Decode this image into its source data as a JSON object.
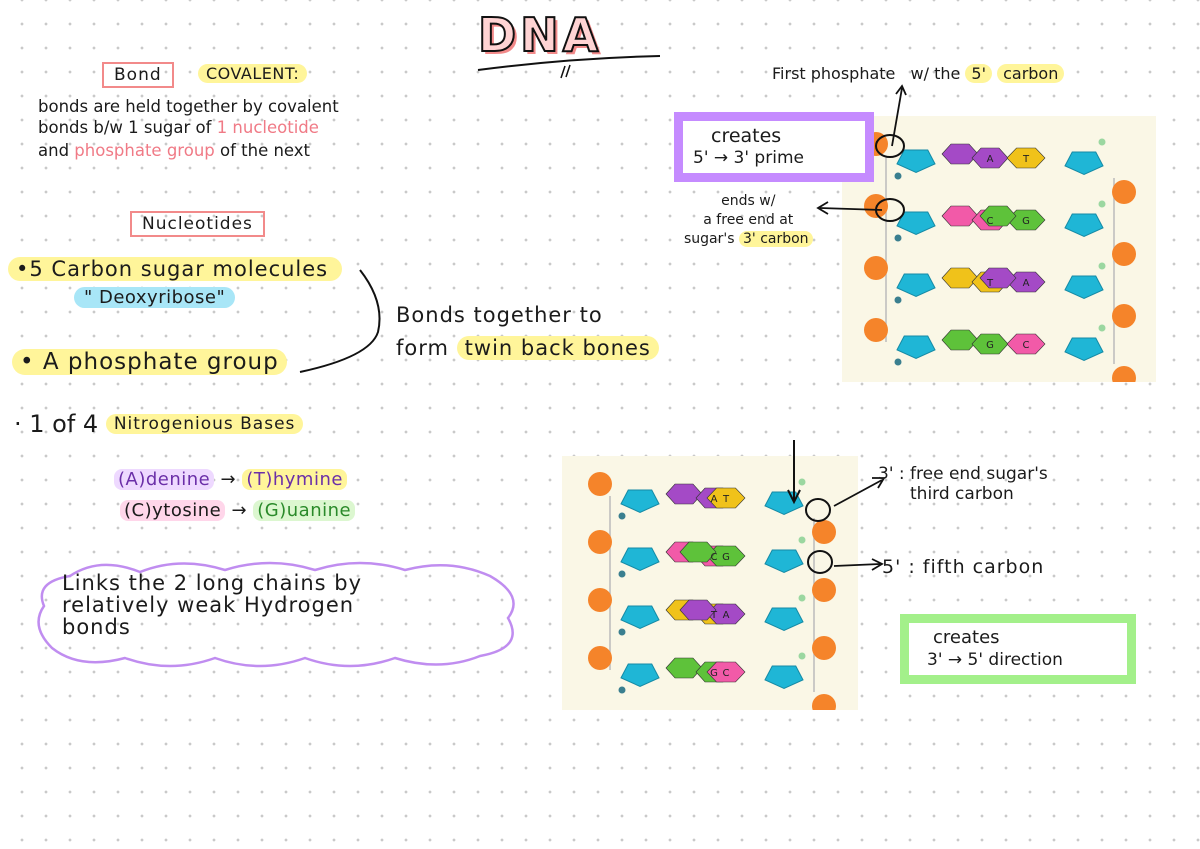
{
  "title": "DNA",
  "bond": {
    "label": "Bond",
    "type": "COVALENT:",
    "lines": [
      "bonds are held together by covalent",
      "bonds b/w 1 sugar of"
    ],
    "pink1": "1 nucleotide",
    "line3_pre": "and",
    "pink2": "phosphate group",
    "line3_post": "of the next"
  },
  "nucleotides": {
    "label": "Nucleotides",
    "item1": "•5 Carbon sugar molecules",
    "item1_sub": "\" Deoxyribose\"",
    "item2": "• A phosphate group",
    "item3_pre": "· 1 of 4",
    "item3_hl": "Nitrogenious Bases",
    "bonds_together": "Bonds together to",
    "form": "form",
    "backbones": "twin back bones",
    "pair1_a": "(A)denine",
    "pair1_t": "(T)hymine",
    "pair2_c": "(C)ytosine",
    "pair2_g": "(G)uanine",
    "arrow": "→"
  },
  "cloud_text": [
    "Links the 2 long chains by",
    "relatively weak Hydrogen",
    "bonds"
  ],
  "top_diagram": {
    "first_phosphate": "First phosphate",
    "with_the": "w/ the",
    "five_prime": "5'",
    "carbon": "carbon",
    "creates_label": "creates",
    "creates_dir": "5' → 3' prime",
    "ends_lines": [
      "ends w/",
      "a free end at"
    ],
    "ends_last_pre": "sugar's",
    "ends_last_hl": "3' carbon",
    "rows": [
      {
        "left": "A",
        "right": "T"
      },
      {
        "left": "C",
        "right": "G"
      },
      {
        "left": "T",
        "right": "A"
      },
      {
        "left": "G",
        "right": "C"
      }
    ]
  },
  "bottom_diagram": {
    "three_prime_lines": [
      "3' : free end sugar's",
      "third carbon"
    ],
    "five_prime": "5' : fifth carbon",
    "creates_label": "creates",
    "creates_dir": "3' → 5' direction",
    "rows": [
      {
        "left": "A",
        "right": "T"
      },
      {
        "left": "C",
        "right": "G"
      },
      {
        "left": "T",
        "right": "A"
      },
      {
        "left": "G",
        "right": "C"
      }
    ]
  },
  "colors": {
    "A": "#a44ac6",
    "T": "#f0c21a",
    "C": "#f25aa8",
    "G": "#5ec23a",
    "sugar": "#1fb6d6",
    "phosphate": "#f5842a"
  }
}
